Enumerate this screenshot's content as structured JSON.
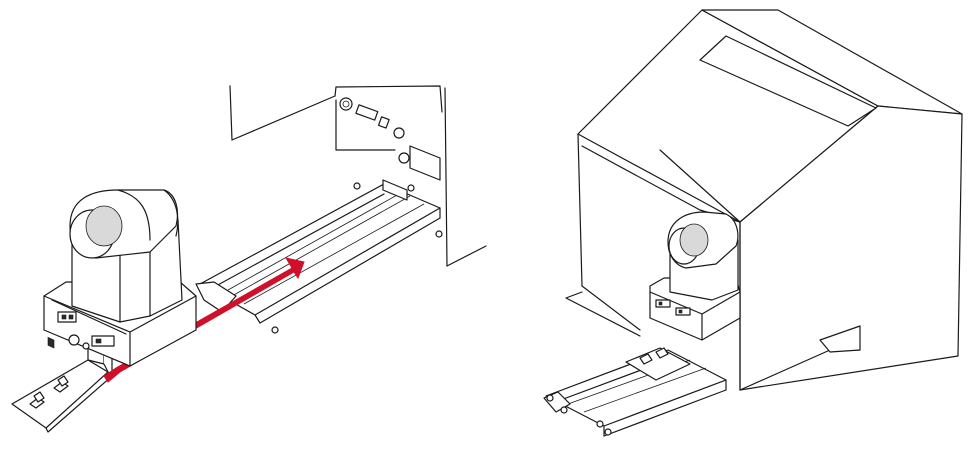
{
  "figure": {
    "left_panel": "installing-mount-plate-into-prompter-frame",
    "right_panel": "camera-installed-in-prompter-hood",
    "colors": {
      "line": "#1a1a1a",
      "arrow": "#d0102a",
      "background": "#ffffff",
      "grill": "#d9d9d9"
    },
    "icons": [
      "ptz-camera-icon",
      "mounting-bracket-icon",
      "slide-rail-icon",
      "insert-direction-arrow",
      "prompter-hood-icon"
    ]
  }
}
